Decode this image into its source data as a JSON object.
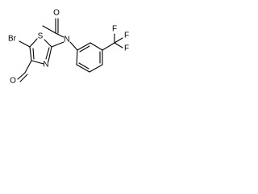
{
  "structure": {
    "atoms": {
      "bromine": "Br",
      "thiazole_sulfur": "S",
      "thiazole_nitrogen": "N",
      "amide_nitrogen": "N",
      "carbonyl_oxygen": "O",
      "aldehyde_oxygen": "O",
      "fluorine_1": "F",
      "fluorine_2": "F",
      "fluorine_3": "F"
    }
  }
}
